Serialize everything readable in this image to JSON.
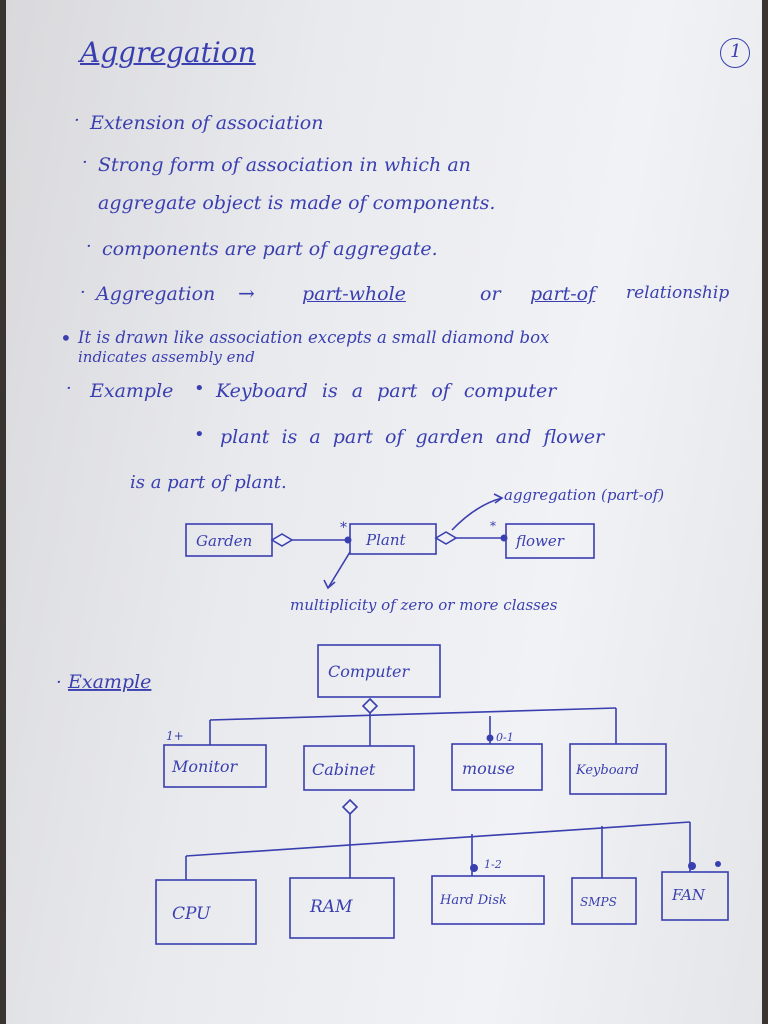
{
  "page": {
    "title": "Aggregation",
    "page_number": "1"
  },
  "notes": [
    "Extension of association",
    "Strong form of association in which an",
    "aggregate object is made of components.",
    "components are part of aggregate.",
    "Aggregation",
    "part-whole",
    "or",
    "part-of",
    "relationship",
    "It is drawn like association excepts a small diamond box",
    "indicates assembly end",
    "Example",
    "Keyboard is a part of computer",
    "plant is a part of garden and flower",
    "is a part of plant."
  ],
  "diagram1": {
    "classes": [
      "Garden",
      "Plant",
      "flower"
    ],
    "multiplicity": "*",
    "annotations": {
      "aggregation": "aggregation (part-of)",
      "multiplicity_note": "multiplicity of zero or more classes"
    }
  },
  "diagram2": {
    "example_label": "Example",
    "root": "Computer",
    "children": [
      "Monitor",
      "Cabinet",
      "mouse",
      "Keyboard"
    ],
    "cabinet_parts": [
      "CPU",
      "RAM",
      "Hard Disk",
      "SMPS",
      "FAN"
    ],
    "multiplicities": {
      "monitor": "1+",
      "mouse": "0-1",
      "hard_disk": "1-2"
    }
  },
  "colors": {
    "ink": "#3a3fb0",
    "paper": "#eceef2"
  }
}
